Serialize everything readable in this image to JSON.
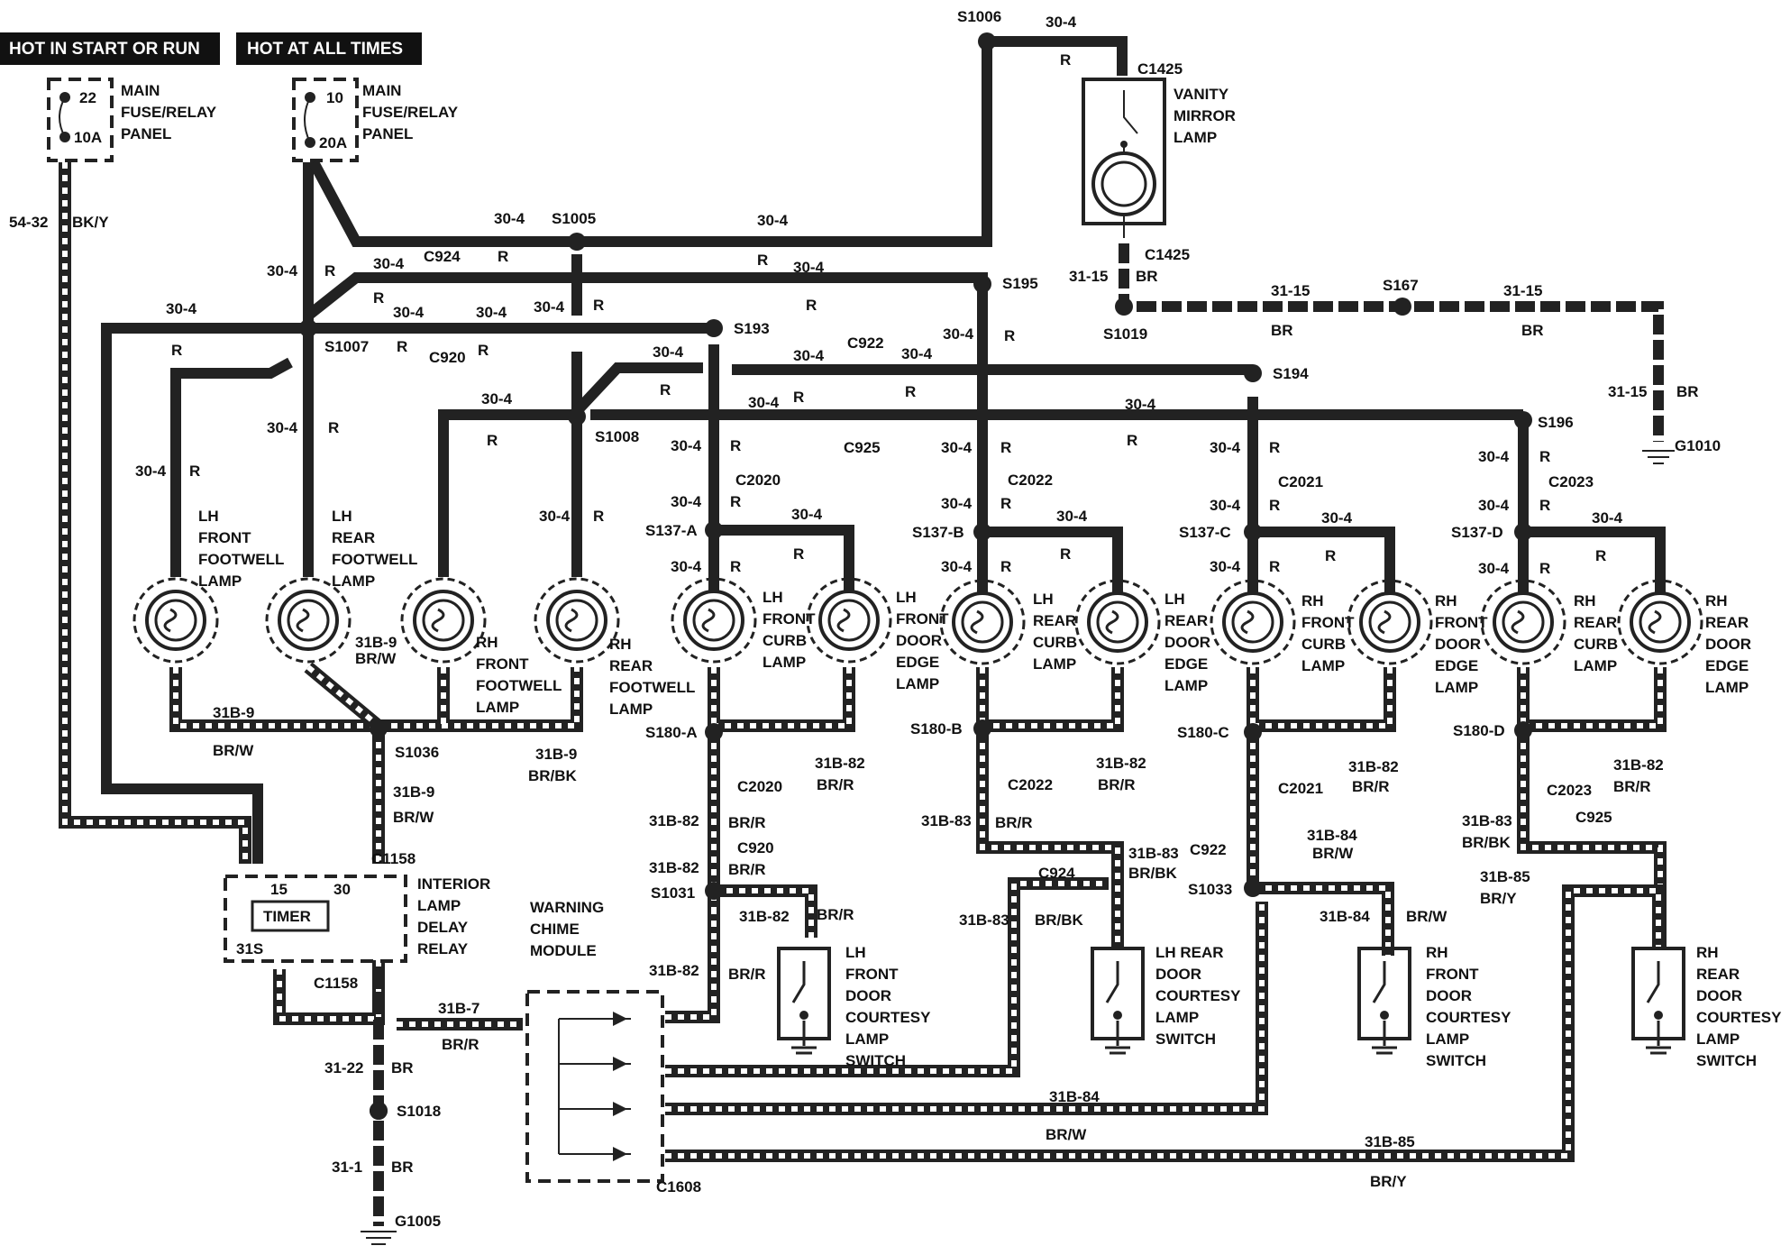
{
  "headers": {
    "hot_start_run": "HOT IN START OR RUN",
    "hot_all_times": "HOT AT ALL TIMES"
  },
  "fuses": {
    "f22": {
      "number": "22",
      "amps": "10A",
      "label": [
        "MAIN",
        "FUSE/RELAY",
        "PANEL"
      ]
    },
    "f10": {
      "number": "10",
      "amps": "20A",
      "label": [
        "MAIN",
        "FUSE/RELAY",
        "PANEL"
      ]
    }
  },
  "splices": {
    "s1006": "S1006",
    "s1005": "S1005",
    "s1007": "S1007",
    "s195": "S195",
    "s193": "S193",
    "s1008": "S1008",
    "s194": "S194",
    "s196": "S196",
    "s1019": "S1019",
    "s167": "S167",
    "s137a": "S137-A",
    "s137b": "S137-B",
    "s137c": "S137-C",
    "s137d": "S137-D",
    "s180a": "S180-A",
    "s180b": "S180-B",
    "s180c": "S180-C",
    "s180d": "S180-D",
    "s1036": "S1036",
    "s1031": "S1031",
    "s1033": "S1033",
    "s1018": "S1018"
  },
  "connectors": {
    "c1425": "C1425",
    "c924": "C924",
    "c920": "C920",
    "c922": "C922",
    "c925": "C925",
    "c2020": "C2020",
    "c2022": "C2022",
    "c2021": "C2021",
    "c2023": "C2023",
    "c1158": "C1158",
    "c1608": "C1608"
  },
  "grounds": {
    "g1010": "G1010",
    "g1005": "G1005"
  },
  "circuits": {
    "c30_4": "30-4",
    "r": "R",
    "c54_32": "54-32",
    "bky": "BK/Y",
    "c31_15": "31-15",
    "br": "BR",
    "c31b_9": "31B-9",
    "brw": "BR/W",
    "brbk": "BR/BK",
    "c31b_82": "31B-82",
    "brr": "BR/R",
    "c31b_83": "31B-83",
    "c31b_84": "31B-84",
    "c31b_85": "31B-85",
    "bry": "BR/Y",
    "c31b_7": "31B-7",
    "c31_22": "31-22",
    "c31_1": "31-1",
    "c31s": "31S",
    "pin15": "15",
    "pin30": "30"
  },
  "components": {
    "vanity": [
      "VANITY",
      "MIRROR",
      "LAMP"
    ],
    "lh_front_footwell": [
      "LH",
      "FRONT",
      "FOOTWELL",
      "LAMP"
    ],
    "lh_rear_footwell": [
      "LH",
      "REAR",
      "FOOTWELL",
      "LAMP"
    ],
    "rh_front_footwell": [
      "RH",
      "FRONT",
      "FOOTWELL",
      "LAMP"
    ],
    "rh_rear_footwell": [
      "RH",
      "REAR",
      "FOOTWELL",
      "LAMP"
    ],
    "lh_front_curb": [
      "LH",
      "FRONT",
      "CURB",
      "LAMP"
    ],
    "lh_front_door_edge": [
      "LH",
      "FRONT",
      "DOOR",
      "EDGE",
      "LAMP"
    ],
    "lh_rear_curb": [
      "LH",
      "REAR",
      "CURB",
      "LAMP"
    ],
    "lh_rear_door_edge": [
      "LH",
      "REAR",
      "DOOR",
      "EDGE",
      "LAMP"
    ],
    "rh_front_curb": [
      "RH",
      "FRONT",
      "CURB",
      "LAMP"
    ],
    "rh_front_door_edge": [
      "RH",
      "FRONT",
      "DOOR",
      "EDGE",
      "LAMP"
    ],
    "rh_rear_curb": [
      "RH",
      "REAR",
      "CURB",
      "LAMP"
    ],
    "rh_rear_door_edge": [
      "RH",
      "REAR",
      "DOOR",
      "EDGE",
      "LAMP"
    ],
    "relay": [
      "INTERIOR",
      "LAMP",
      "DELAY",
      "RELAY"
    ],
    "timer": "TIMER",
    "chime": [
      "WARNING",
      "CHIME",
      "MODULE"
    ],
    "lh_front_switch": [
      "LH",
      "FRONT",
      "DOOR",
      "COURTESY",
      "LAMP",
      "SWITCH"
    ],
    "lh_rear_switch": [
      "LH REAR",
      "DOOR",
      "COURTESY",
      "LAMP",
      "SWITCH"
    ],
    "rh_front_switch": [
      "RH",
      "FRONT",
      "DOOR",
      "COURTESY",
      "LAMP",
      "SWITCH"
    ],
    "rh_rear_switch": [
      "RH",
      "REAR",
      "DOOR",
      "COURTESY",
      "LAMP",
      "SWITCH"
    ]
  }
}
